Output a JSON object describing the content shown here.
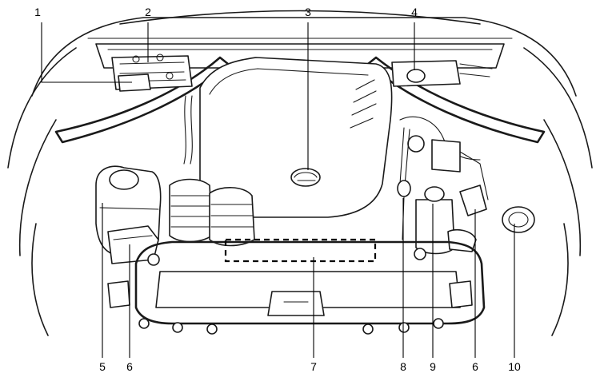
{
  "callouts": [
    {
      "id": "1",
      "text": "1"
    },
    {
      "id": "2",
      "text": "2"
    },
    {
      "id": "3",
      "text": "3"
    },
    {
      "id": "4",
      "text": "4"
    },
    {
      "id": "5",
      "text": "5"
    },
    {
      "id": "6a",
      "text": "6"
    },
    {
      "id": "7",
      "text": "7"
    },
    {
      "id": "8",
      "text": "8"
    },
    {
      "id": "9",
      "text": "9"
    },
    {
      "id": "6b",
      "text": "6"
    },
    {
      "id": "10",
      "text": "10"
    }
  ]
}
